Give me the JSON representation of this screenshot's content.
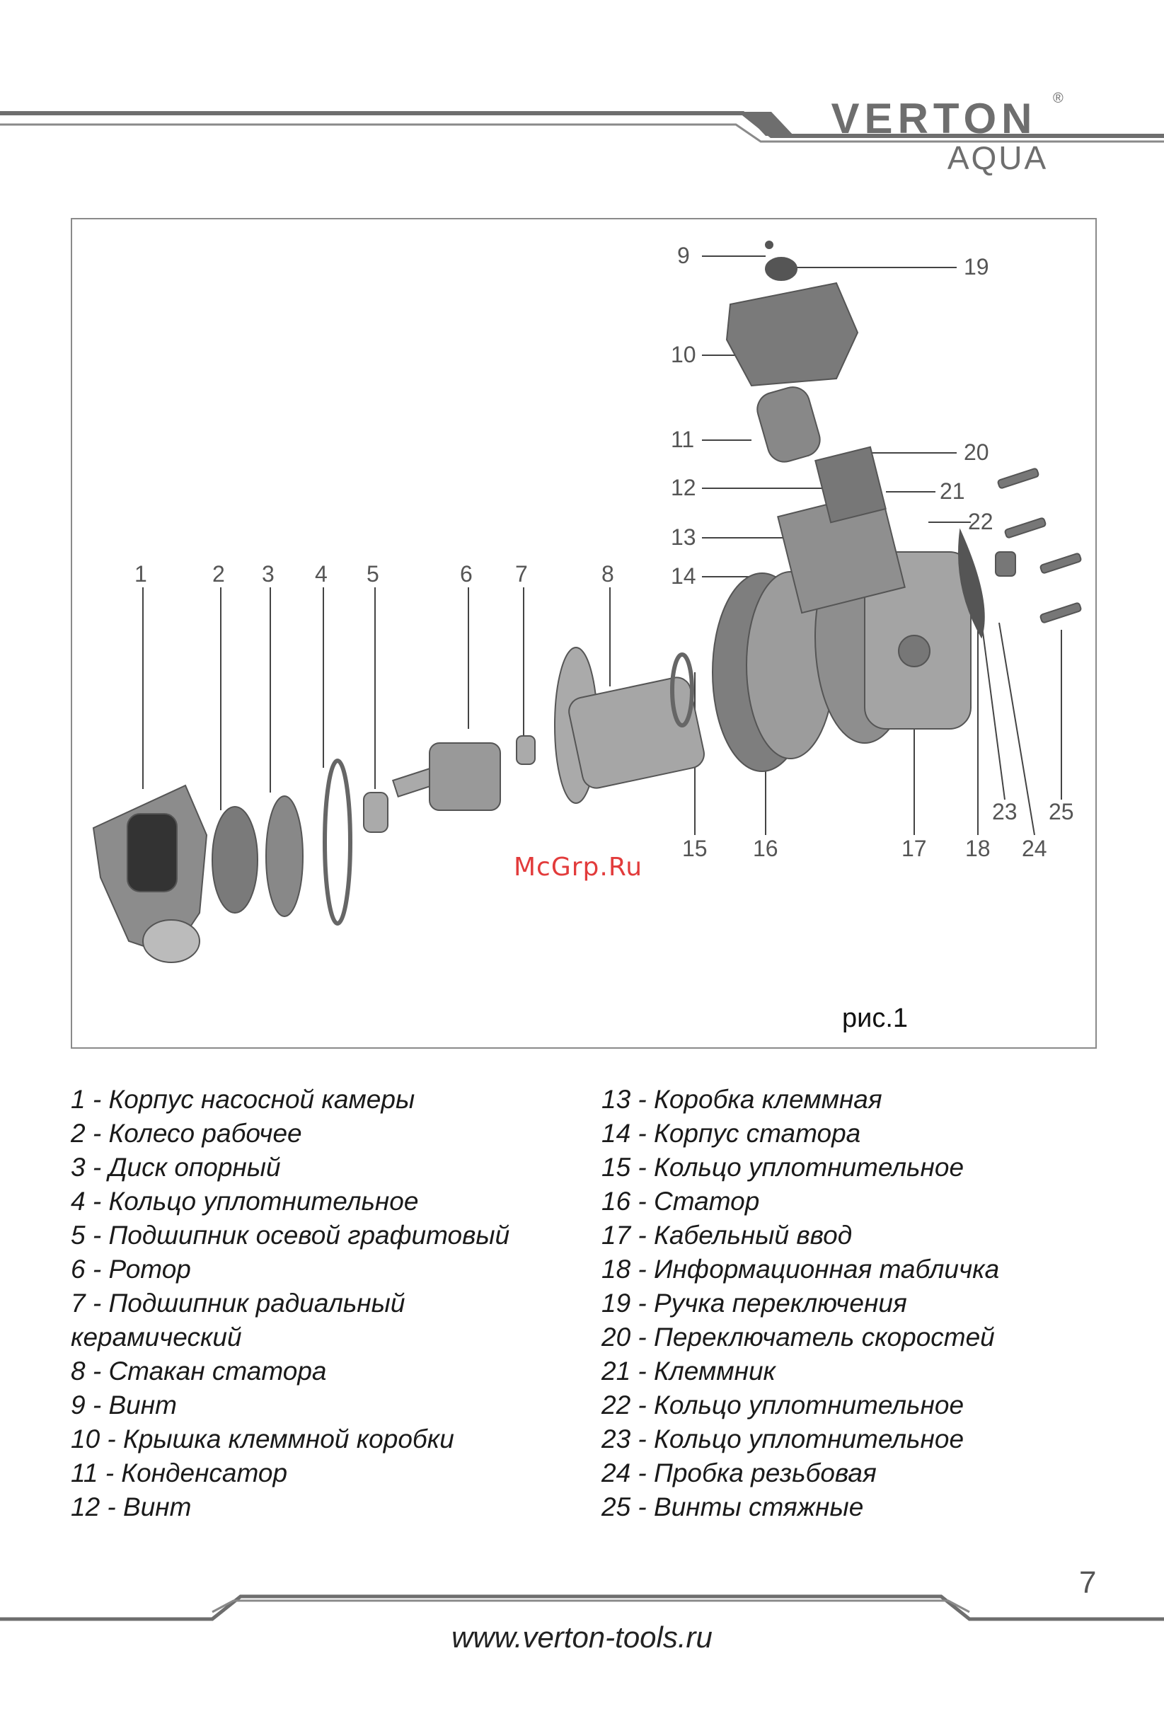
{
  "header": {
    "brand_main": "VERTON",
    "brand_sub": "AQUA",
    "reg_mark": "®"
  },
  "figure": {
    "caption": "рис.1",
    "watermark": "McGrp.Ru",
    "callouts": [
      "1",
      "2",
      "3",
      "4",
      "5",
      "6",
      "7",
      "8",
      "9",
      "10",
      "11",
      "12",
      "13",
      "14",
      "15",
      "16",
      "17",
      "18",
      "19",
      "20",
      "21",
      "22",
      "23",
      "24",
      "25"
    ]
  },
  "parts": {
    "left": [
      "1 - Корпус насосной камеры",
      "2 - Колесо рабочее",
      "3 - Диск опорный",
      "4 - Кольцо уплотнительное",
      "5 - Подшипник осевой графитовый",
      "6 - Ротор",
      "7 - Подшипник радиальный",
      "керамический",
      "8 - Стакан статора",
      "9 - Винт",
      "10 - Крышка клеммной коробки",
      "11 - Конденсатор",
      "12 - Винт"
    ],
    "right": [
      "13 - Коробка клеммная",
      "14 - Корпус статора",
      "15 - Кольцо уплотнительное",
      "16 - Статор",
      "17 - Кабельный ввод",
      "18 - Информационная табличка",
      "19 - Ручка переключения",
      "20 - Переключатель скоростей",
      "21 - Клеммник",
      "22 - Кольцо уплотнительное",
      "23 - Кольцо уплотнительное",
      "24 - Пробка резьбовая",
      "25 - Винты стяжные"
    ]
  },
  "footer": {
    "page_number": "7",
    "url": "www.verton-tools.ru"
  },
  "colors": {
    "rule": "#6e6e6e",
    "watermark": "#e23b3b",
    "part_fill": "#9a9a9a"
  }
}
